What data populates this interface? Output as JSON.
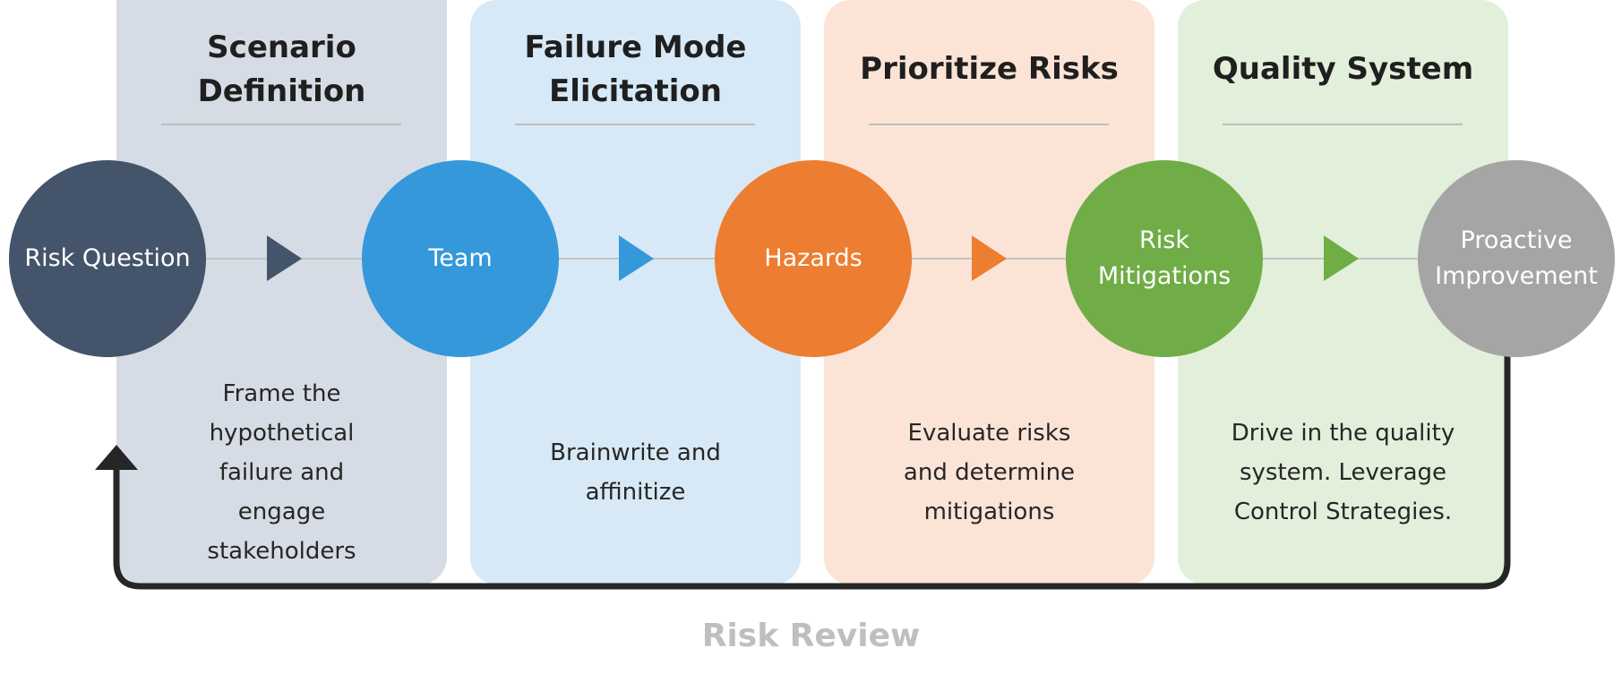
{
  "stages": [
    {
      "title": "Scenario\nDefinition",
      "description": "Frame the hypothetical failure and engage stakeholders",
      "panel_color": "#d6dce5",
      "accent": "#44546a"
    },
    {
      "title": "Failure Mode\nElicitation",
      "description": "Brainwrite and affinitize",
      "panel_color": "#d7e9f6",
      "accent": "#3498db"
    },
    {
      "title": "Prioritize Risks",
      "description": "Evaluate risks and determine mitigations",
      "panel_color": "#fbe4d6",
      "accent": "#ed7d31"
    },
    {
      "title": "Quality System",
      "description": "Drive in the quality system. Leverage Control Strategies.",
      "panel_color": "#e2efda",
      "accent": "#70ad47"
    }
  ],
  "nodes": [
    {
      "label": "Risk Question",
      "color": "#44546a"
    },
    {
      "label": "Team",
      "color": "#3498db"
    },
    {
      "label": "Hazards",
      "color": "#ed7d31"
    },
    {
      "label": "Risk Mitigations",
      "color": "#70ad47"
    },
    {
      "label": "Proactive Improvement",
      "color": "#a5a5a5"
    }
  ],
  "loop": {
    "label": "Risk Review",
    "color": "#262626"
  }
}
